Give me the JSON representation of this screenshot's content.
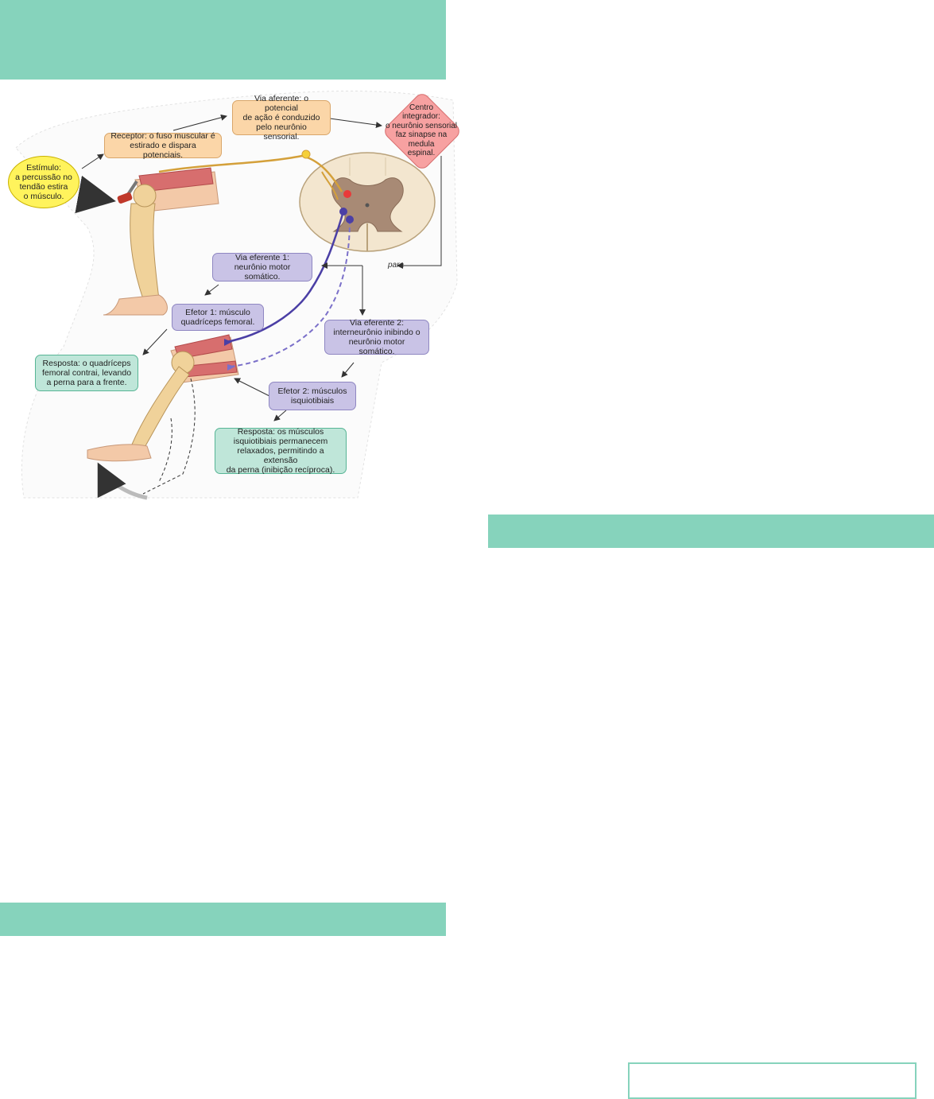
{
  "colors": {
    "band": "#86d3bc",
    "receptor_box": "#fbd6a8",
    "efferent_box": "#c9c3e6",
    "response_box": "#bfe6d9",
    "stimulus": "#fff35c",
    "integrator": "#f7a1a1",
    "sensory_neuron": "#d4a03a",
    "motor_neuron": "#4b3fa5"
  },
  "figure": {
    "stimulus": "Estímulo:\na percussão no\ntendão estira\no músculo.",
    "receptor": "Receptor: o fuso muscular é\nestirado e dispara potenciais.",
    "afferent": "Via aferente: o potencial\nde ação é conduzido\npelo neurônio sensorial.",
    "integrator": "Centro\nintegrador:\no neurônio sensorial\nfaz sinapse na\nmedula\nespinal.",
    "efferent1": "Via eferente 1:\nneurônio motor somático.",
    "effector1": "Efetor 1: músculo\nquadríceps femoral.",
    "efferent2": "Via eferente 2:\ninterneurônio inibindo o\nneurônio motor somático.",
    "response1": "Resposta: o quadríceps\nfemoral contrai, levando\na perna para a frente.",
    "effector2": "Efetor 2: músculos\nisquiotibiais",
    "response2": "Resposta: os músculos\nisquiotibiais permanecem\nrelaxados, permitindo a extensão\nda perna (inibição recíproca).",
    "para_label": "para"
  }
}
